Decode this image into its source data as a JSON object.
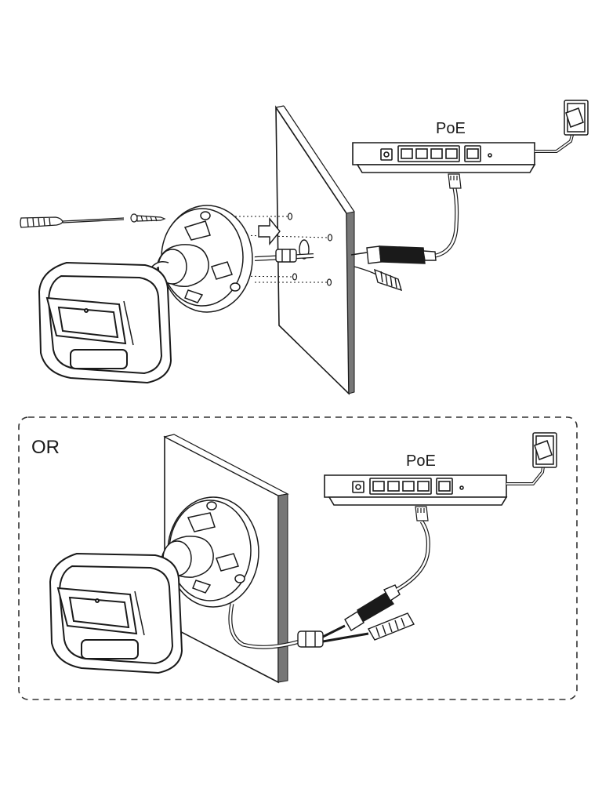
{
  "top_section": {
    "poe_label": "PoE"
  },
  "bottom_section": {
    "or_label": "OR",
    "poe_label": "PoE"
  },
  "colors": {
    "line": "#1a1a1a",
    "wall_side": "#777777",
    "dashed_border": "#333333"
  }
}
